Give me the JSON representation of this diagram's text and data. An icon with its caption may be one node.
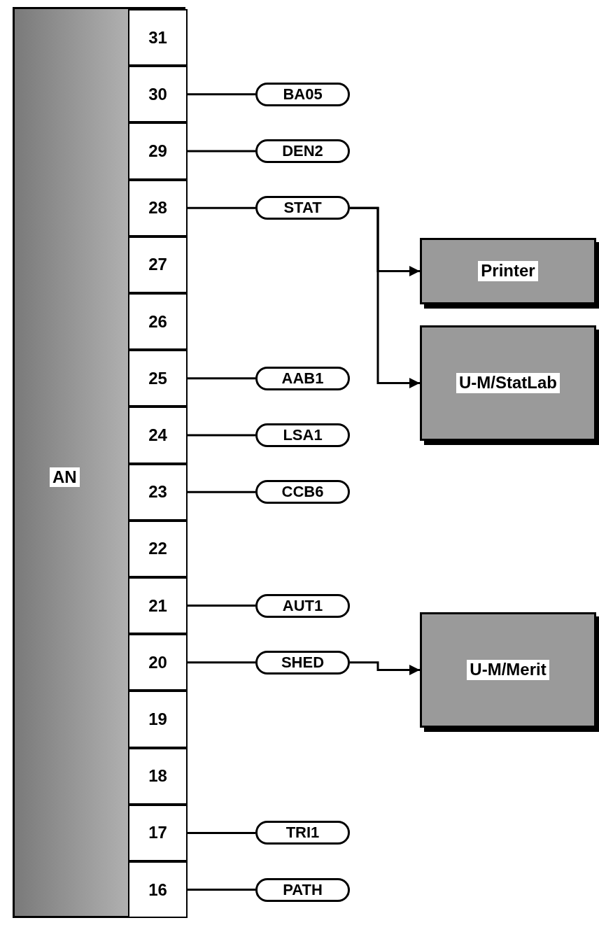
{
  "diagram": {
    "nodes": [
      {
        "text": [
          "AN"
        ]
      },
      {
        "text": [
          "31"
        ],
        "in": 0
      },
      {
        "text": [
          "30"
        ],
        "in": 0
      },
      {
        "text": [
          "29"
        ],
        "in": 0
      },
      {
        "text": [
          "28"
        ],
        "in": 0
      },
      {
        "text": [
          "27"
        ],
        "in": 0
      },
      {
        "text": [
          "26"
        ],
        "in": 0
      },
      {
        "text": [
          "25"
        ],
        "in": 0
      },
      {
        "text": [
          "24"
        ],
        "in": 0
      },
      {
        "text": [
          "23"
        ],
        "in": 0
      },
      {
        "text": [
          "22"
        ],
        "in": 0
      },
      {
        "text": [
          "21"
        ],
        "in": 0
      },
      {
        "text": [
          "20"
        ],
        "in": 0
      },
      {
        "text": [
          "19"
        ],
        "in": 0
      },
      {
        "text": [
          "18"
        ],
        "in": 0
      },
      {
        "text": [
          "17"
        ],
        "in": 0
      },
      {
        "text": [
          "16"
        ],
        "in": 0
      },
      {
        "text": [
          "BA05"
        ]
      },
      {
        "text": [
          "DEN2"
        ]
      },
      {
        "text": [
          "STAT"
        ]
      },
      {
        "text": [
          "AAB1"
        ]
      },
      {
        "text": [
          "LSA1"
        ]
      },
      {
        "text": [
          "CCB6"
        ]
      },
      {
        "text": [
          "AUT1"
        ]
      },
      {
        "text": [
          "SHED"
        ]
      },
      {
        "text": [
          "TRI1"
        ]
      },
      {
        "text": [
          "PATH"
        ]
      },
      {
        "text": [
          "Printer"
        ]
      },
      {
        "text": [
          "U-M/StatLab"
        ]
      },
      {
        "text": [
          "U-M/Merit"
        ]
      }
    ],
    "edges": [
      {
        "from": 2,
        "to": 17,
        "arrow": "none"
      },
      {
        "from": 3,
        "to": 18,
        "arrow": "none"
      },
      {
        "from": 4,
        "to": 19,
        "arrow": "none"
      },
      {
        "from": 7,
        "to": 20,
        "arrow": "none"
      },
      {
        "from": 8,
        "to": 21,
        "arrow": "none"
      },
      {
        "from": 9,
        "to": 22,
        "arrow": "none"
      },
      {
        "from": 11,
        "to": 23,
        "arrow": "none"
      },
      {
        "from": 12,
        "to": 24,
        "arrow": "none"
      },
      {
        "from": 15,
        "to": 25,
        "arrow": "none"
      },
      {
        "from": 16,
        "to": 26,
        "arrow": "none"
      },
      {
        "from": 19,
        "to": 27,
        "arrow": "to"
      },
      {
        "from": 19,
        "to": 28,
        "arrow": "to"
      },
      {
        "from": 24,
        "to": 29,
        "arrow": "to"
      }
    ]
  }
}
